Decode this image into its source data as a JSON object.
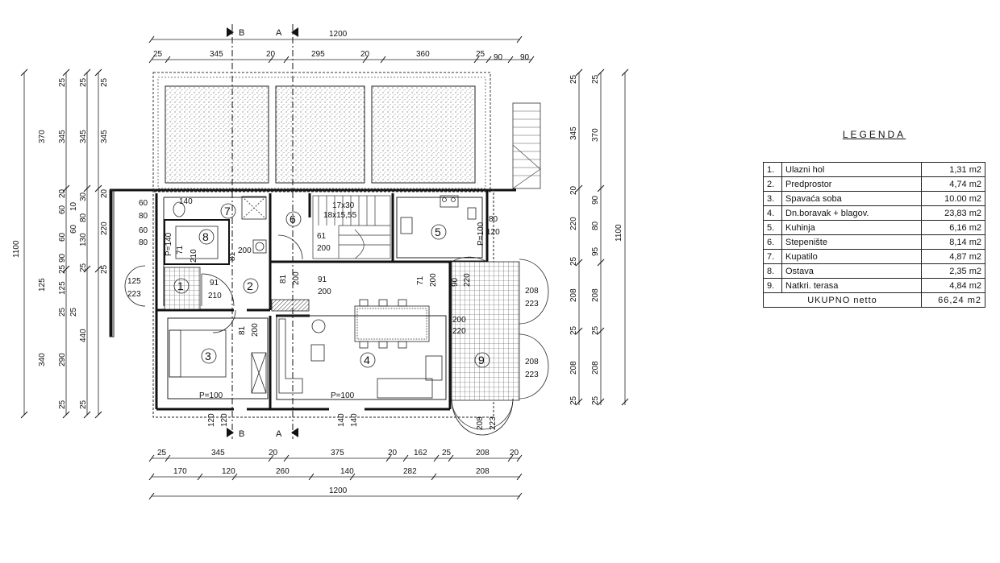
{
  "legend": {
    "title": "LEGENDA",
    "rows": [
      {
        "no": "1.",
        "name": "Ulazni hol",
        "area": "1,31 m2"
      },
      {
        "no": "2.",
        "name": "Predprostor",
        "area": "4,74 m2"
      },
      {
        "no": "3.",
        "name": "Spavaća soba",
        "area": "10.00 m2"
      },
      {
        "no": "4.",
        "name": "Dn.boravak + blagov.",
        "area": "23,83 m2"
      },
      {
        "no": "5.",
        "name": "Kuhinja",
        "area": "6,16 m2"
      },
      {
        "no": "6.",
        "name": "Stepenište",
        "area": "8,14 m2"
      },
      {
        "no": "7.",
        "name": "Kupatilo",
        "area": "4,87 m2"
      },
      {
        "no": "8.",
        "name": "Ostava",
        "area": "2,35 m2"
      },
      {
        "no": "9.",
        "name": "Natkri. terasa",
        "area": "4,84 m2"
      }
    ],
    "total_label": "UKUPNO netto",
    "total_area": "66,24 m2"
  },
  "plan": {
    "section_a": "A",
    "section_b": "B",
    "top_total": "1200",
    "top_dims": [
      "25",
      "345",
      "20",
      "295",
      "20",
      "360",
      "25",
      "90",
      "90"
    ],
    "bottom_dims_1": [
      "25",
      "345",
      "20",
      "375",
      "20",
      "162",
      "25",
      "208",
      "20"
    ],
    "bottom_dims_2": [
      "170",
      "120",
      "260",
      "140",
      "282",
      "208"
    ],
    "bottom_total": "1200",
    "left_total": "1100",
    "right_total": "1100",
    "left_col1": [
      "370",
      "125",
      "340"
    ],
    "left_col2": [
      "25",
      "345",
      "20",
      "60",
      "60",
      "90",
      "25",
      "125",
      "25",
      "290",
      "25"
    ],
    "left_col3": [
      "25",
      "345",
      "30",
      "80",
      "130",
      "25",
      "440",
      "25"
    ],
    "left_col4": [
      "25",
      "345",
      "20",
      "220",
      "25"
    ],
    "left_col5": [
      "10",
      "60",
      "25"
    ],
    "right_col1": [
      "25",
      "345",
      "20",
      "220",
      "25",
      "208",
      "25",
      "208",
      "25"
    ],
    "right_col2": [
      "25",
      "370",
      "90",
      "80",
      "95",
      "208",
      "25",
      "208",
      "25"
    ],
    "rooms": [
      "1",
      "2",
      "3",
      "4",
      "5",
      "6",
      "7",
      "8",
      "9"
    ],
    "openings": [
      "60",
      "140",
      "80",
      "60",
      "80",
      "P=140",
      "71",
      "210",
      "81",
      "200",
      "61",
      "200",
      "17x30",
      "18x15,55",
      "80",
      "120",
      "P=100",
      "125",
      "223",
      "91",
      "210",
      "81",
      "200",
      "91",
      "200",
      "71",
      "200",
      "90",
      "220",
      "208",
      "223",
      "200",
      "220",
      "208",
      "223",
      "81",
      "200",
      "P=100",
      "P=100",
      "120",
      "120",
      "140",
      "140",
      "208",
      "223"
    ]
  }
}
